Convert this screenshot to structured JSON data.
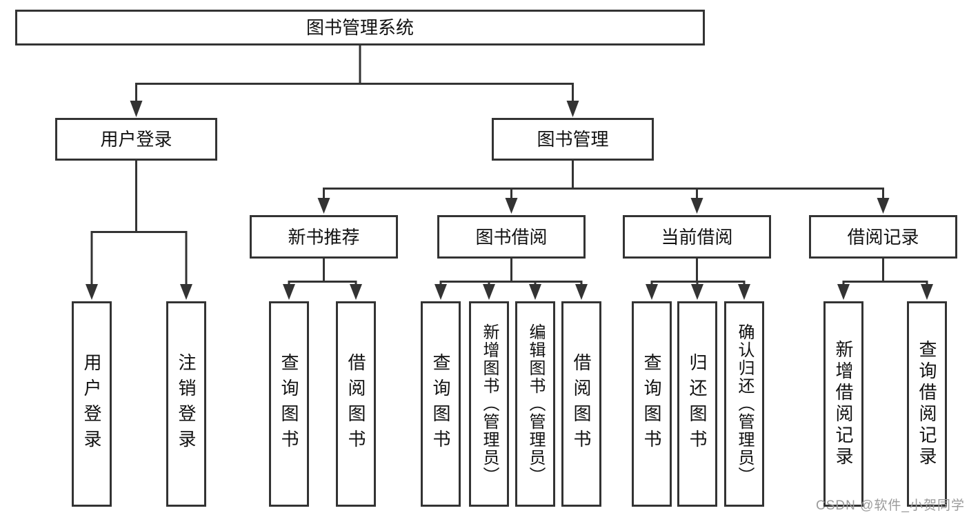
{
  "tree": {
    "root": {
      "label": "图书管理系统"
    },
    "children": [
      {
        "label": "用户登录",
        "children": [
          "用户登录",
          "注销登录"
        ]
      },
      {
        "label": "图书管理",
        "children": [
          {
            "label": "新书推荐",
            "children": [
              "查询图书",
              "借阅图书"
            ]
          },
          {
            "label": "图书借阅",
            "children": [
              "查询图书",
              "新增图书（管理员）",
              "编辑图书（管理员）",
              "借阅图书"
            ]
          },
          {
            "label": "当前借阅",
            "children": [
              "查询图书",
              "归还图书",
              "确认归还（管理员）"
            ]
          },
          {
            "label": "借阅记录",
            "children": [
              "新增借阅记录",
              "查询借阅记录"
            ]
          }
        ]
      }
    ]
  },
  "watermark": {
    "text": "CSDN @软件_小贺同学"
  },
  "colors": {
    "line": "#333333",
    "box_border": "#333333",
    "text": "#111111",
    "watermark": "#9b9b9b",
    "background": "#ffffff"
  }
}
